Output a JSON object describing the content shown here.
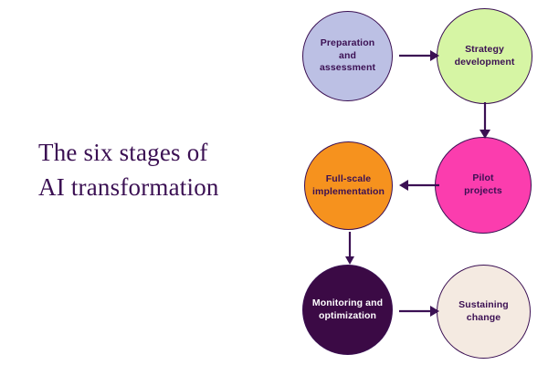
{
  "title": {
    "text": "The six stages of\nAI transformation",
    "color": "#3b1053"
  },
  "diagram": {
    "nodes": [
      {
        "id": "preparation",
        "label": "Preparation\nand\nassessment",
        "fill": "#bcc0e4",
        "text_color": "#3b1053",
        "border": "#3b1053"
      },
      {
        "id": "strategy",
        "label": "Strategy\ndevelopment",
        "fill": "#d6f5a4",
        "text_color": "#3b1053",
        "border": "#3b1053"
      },
      {
        "id": "pilot",
        "label": "Pilot\nprojects",
        "fill": "#fb3dae",
        "text_color": "#3b1053",
        "border": "#3b1053"
      },
      {
        "id": "fullscale",
        "label": "Full-scale\nimplementation",
        "fill": "#f6921e",
        "text_color": "#3b1053",
        "border": "#3b1053"
      },
      {
        "id": "monitoring",
        "label": "Monitoring and\noptimization",
        "fill": "#3b0a45",
        "text_color": "#ffffff",
        "border": "#3b1053"
      },
      {
        "id": "sustaining",
        "label": "Sustaining\nchange",
        "fill": "#f4eae1",
        "text_color": "#3b1053",
        "border": "#3b1053"
      }
    ],
    "connectors": [
      {
        "id": "preparation-to-strategy",
        "direction": "right"
      },
      {
        "id": "strategy-to-pilot",
        "direction": "down"
      },
      {
        "id": "pilot-to-fullscale",
        "direction": "left"
      },
      {
        "id": "fullscale-to-monitoring",
        "direction": "down"
      },
      {
        "id": "monitoring-to-sustaining",
        "direction": "right"
      }
    ],
    "arrow_color": "#3b1053"
  },
  "background_color": "#ffffff"
}
